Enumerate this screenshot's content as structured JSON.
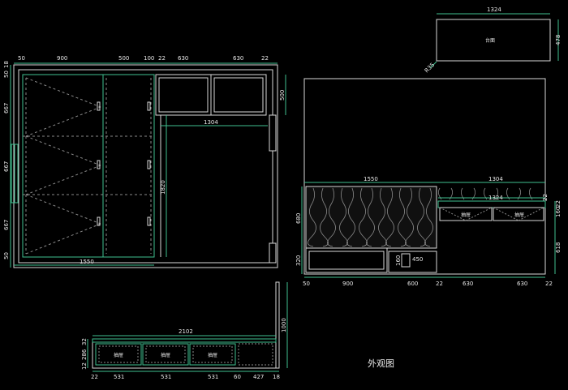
{
  "title": "外观图",
  "plan": {
    "top_dims": [
      "50",
      "900",
      "500",
      "100",
      "22",
      "630",
      "630",
      "22"
    ],
    "left_dims": [
      "50",
      "18",
      "667",
      "667",
      "667",
      "50"
    ],
    "inner_width": "1304",
    "depth": "500",
    "height": "1820",
    "bottom_width": "1550"
  },
  "counter_top": {
    "width": "1324",
    "depth": "478",
    "label": "台面",
    "tag": "R35"
  },
  "elevation": {
    "left_width": "1550",
    "right_width": "1304",
    "drawer_width": "1324",
    "drawer_label": "抽屉",
    "side_dims": [
      "22",
      "160",
      "22"
    ],
    "left_dims": [
      "680",
      "320"
    ],
    "right_dim": "618",
    "inner_dims": [
      "160",
      "450"
    ],
    "bottom_dims": [
      "50",
      "900",
      "600",
      "22",
      "630",
      "630",
      "22"
    ]
  },
  "section": {
    "width": "2102",
    "height": "1000",
    "left_dims": [
      "12",
      "286",
      "32"
    ],
    "drawer_label": "抽屉",
    "bottom_dims": [
      "22",
      "531",
      "531",
      "531",
      "60",
      "427",
      "18"
    ]
  }
}
